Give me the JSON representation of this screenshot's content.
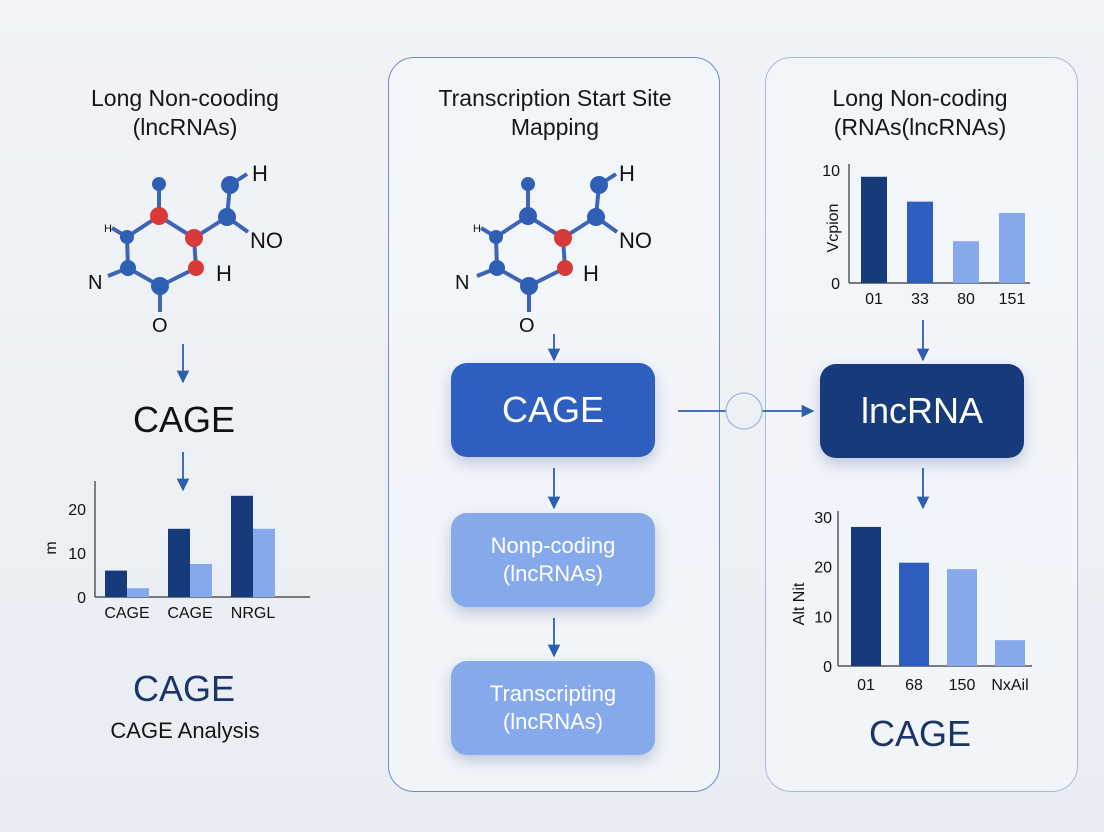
{
  "left": {
    "title": "Long Non-cooding\n(lncRNAs)",
    "molecule_labels": {
      "h_top": "",
      "h_small": "H",
      "no": "NO",
      "n": "N",
      "h_mid": "H",
      "o": "O"
    },
    "cage_label": "CAGE",
    "bottom_title": "CAGE",
    "bottom_subtitle": "CAGE Analysis"
  },
  "middle": {
    "title": "Transcription Start Site\nMapping",
    "molecule_labels": {
      "h_top": "H",
      "h_small": "H",
      "no": "NO",
      "n": "N",
      "h_mid": "H",
      "o": "O"
    },
    "box_cage": "CAGE",
    "box_noncoding": "Nonp-coding\n(lncRNAs)",
    "box_transcripting": "Transcripting\n(lncRNAs)"
  },
  "right": {
    "title": "Long Non-coding\n(RNAs(lncRNAs)",
    "box_lncrna": "lncRNA",
    "bottom_label": "CAGE"
  },
  "left_molecule_h_top": "H",
  "colors": {
    "dark_navy": "#173a7a",
    "mid_blue": "#2e5fc0",
    "light_blue": "#86a9ec",
    "atom_blue": "#2f5fb5",
    "atom_red": "#d83a3a",
    "arrow": "#2d5fb0"
  },
  "chart_data": [
    {
      "type": "bar",
      "ylabel": "m",
      "categories": [
        "CAGE",
        "CAGE",
        "NRGL"
      ],
      "yticks": [
        "0",
        "10",
        "20"
      ],
      "ylim": [
        0,
        25
      ],
      "series": [
        {
          "values": [
            6,
            15.5,
            23
          ],
          "color": "#173a7a"
        },
        {
          "values": [
            2,
            7.5,
            15.5
          ],
          "color": "#86a9ec"
        }
      ]
    },
    {
      "type": "bar",
      "ylabel": "Vcpion",
      "categories": [
        "01",
        "33",
        "80",
        "151"
      ],
      "yticks": [
        "0",
        "10"
      ],
      "ylim": [
        0,
        10
      ],
      "values": [
        9.4,
        7.2,
        3.7,
        6.2
      ],
      "colors": [
        "#173a7a",
        "#2e5fc0",
        "#86a9ec",
        "#86a9ec"
      ]
    },
    {
      "type": "bar",
      "ylabel": "Alt Nit",
      "categories": [
        "01",
        "68",
        "150",
        "NxAil"
      ],
      "yticks": [
        "0",
        "10",
        "20",
        "30"
      ],
      "ylim": [
        0,
        30
      ],
      "values": [
        28,
        20.8,
        19.5,
        5.2
      ],
      "colors": [
        "#173a7a",
        "#2e5fc0",
        "#86a9ec",
        "#86a9ec"
      ]
    }
  ]
}
